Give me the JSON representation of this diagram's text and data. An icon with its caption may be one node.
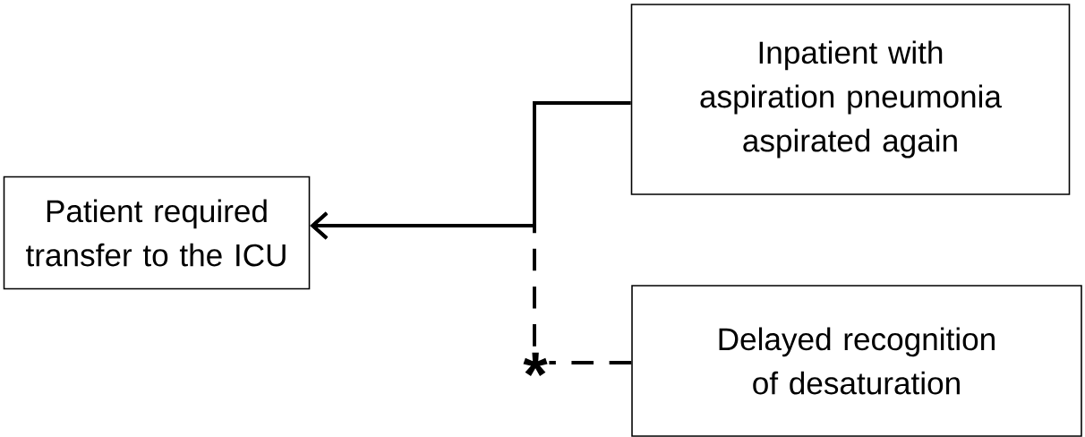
{
  "diagram": {
    "nodes": [
      {
        "text": [
          "Patient required transfer to the ICU"
        ]
      },
      {
        "text": [
          "Inpatient with aspiration pneumonia aspirated again"
        ]
      },
      {
        "text": [
          "Delayed recognition of desaturation"
        ]
      }
    ],
    "edges": [
      {
        "from": 1,
        "to": 0,
        "arrow": "to"
      },
      {
        "from": 2,
        "to": 0,
        "arrow": "to",
        "style": "dashed"
      }
    ],
    "labels": [
      "*"
    ]
  }
}
